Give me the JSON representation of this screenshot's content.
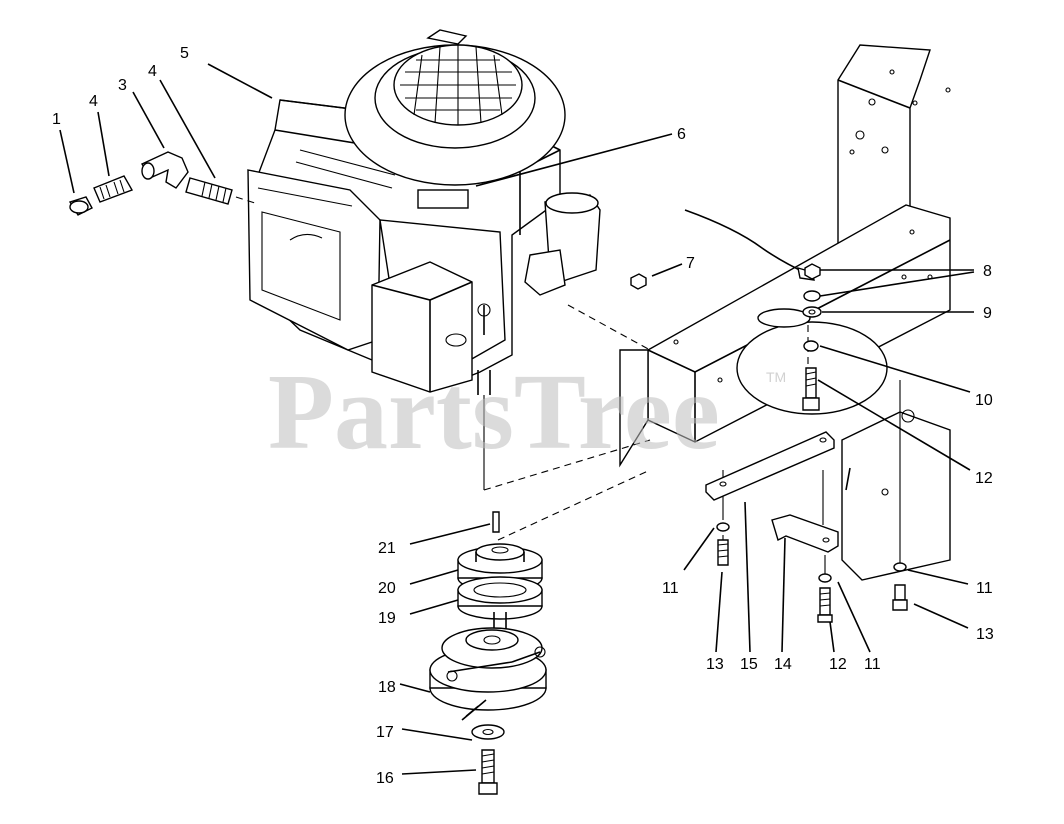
{
  "watermark": {
    "text": "PartsTree",
    "trademark": "TM",
    "color": "#bdbdbd"
  },
  "callouts": [
    {
      "id": "c1",
      "label": "1"
    },
    {
      "id": "c2",
      "label": "4"
    },
    {
      "id": "c3",
      "label": "3"
    },
    {
      "id": "c4",
      "label": "4"
    },
    {
      "id": "c5",
      "label": "5"
    },
    {
      "id": "c6",
      "label": "6"
    },
    {
      "id": "c7",
      "label": "7"
    },
    {
      "id": "c8",
      "label": "8"
    },
    {
      "id": "c9",
      "label": "9"
    },
    {
      "id": "c10",
      "label": "10"
    },
    {
      "id": "c11",
      "label": "12"
    },
    {
      "id": "c12",
      "label": "21"
    },
    {
      "id": "c13",
      "label": "20"
    },
    {
      "id": "c14",
      "label": "19"
    },
    {
      "id": "c15",
      "label": "18"
    },
    {
      "id": "c16",
      "label": "17"
    },
    {
      "id": "c17",
      "label": "16"
    },
    {
      "id": "c18",
      "label": "11"
    },
    {
      "id": "c19",
      "label": "13"
    },
    {
      "id": "c20",
      "label": "15"
    },
    {
      "id": "c21",
      "label": "14"
    },
    {
      "id": "c22",
      "label": "12"
    },
    {
      "id": "c23",
      "label": "11"
    },
    {
      "id": "c24",
      "label": "11"
    },
    {
      "id": "c25",
      "label": "13"
    }
  ]
}
